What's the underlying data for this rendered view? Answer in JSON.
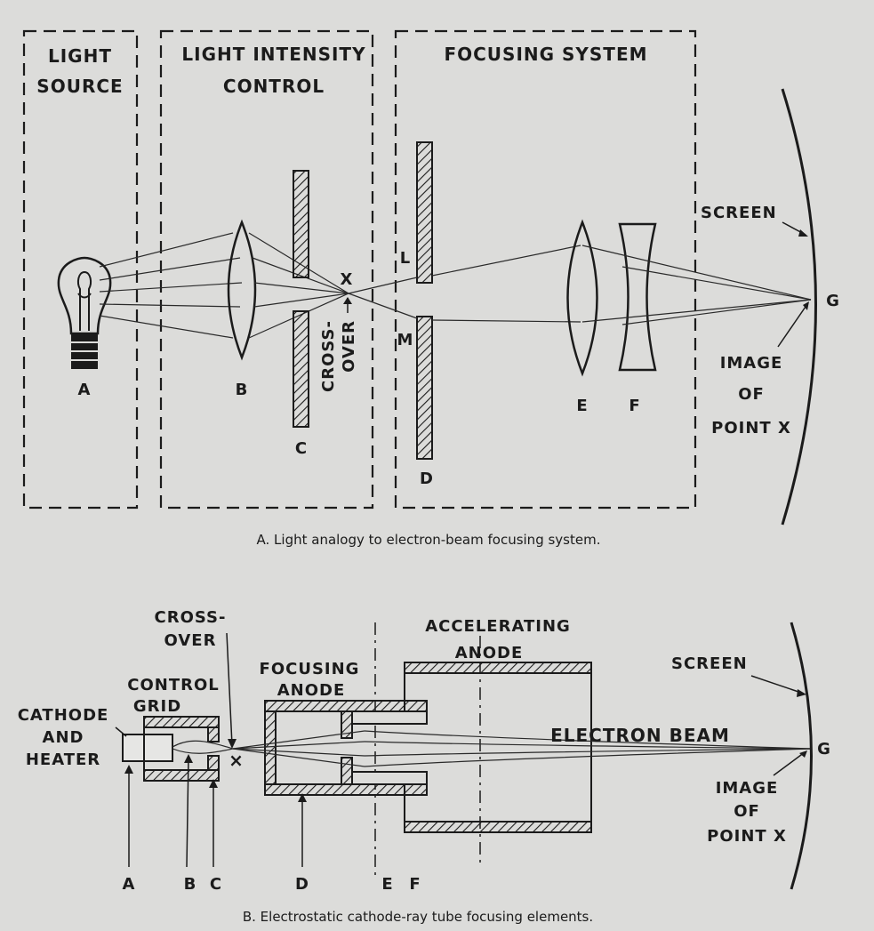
{
  "figure_a": {
    "box_labels": {
      "light_source": [
        "LIGHT",
        "SOURCE"
      ],
      "intensity_control": [
        "LIGHT INTENSITY",
        "CONTROL"
      ],
      "focusing_system": [
        "FOCUSING  SYSTEM"
      ]
    },
    "letters": {
      "a": "A",
      "b": "B",
      "c": "C",
      "d": "D",
      "e": "E",
      "f": "F",
      "g": "G",
      "l": "L",
      "m": "M",
      "x": "X"
    },
    "crossover": [
      "CROSS-",
      "OVER"
    ],
    "screen": "SCREEN",
    "image_of_point": [
      "IMAGE",
      "OF",
      "POINT X"
    ],
    "caption": "A. Light analogy to electron-beam focusing system."
  },
  "figure_b": {
    "crossover": [
      "CROSS-",
      "OVER"
    ],
    "accelerating_anode": [
      "ACCELERATING",
      "ANODE"
    ],
    "focusing_anode": [
      "FOCUSING",
      "ANODE"
    ],
    "control_grid": [
      "CONTROL",
      "GRID"
    ],
    "cathode_heater": [
      "CATHODE",
      "AND",
      "HEATER"
    ],
    "screen": "SCREEN",
    "electron_beam": "ELECTRON  BEAM",
    "x_mark": "×",
    "g": "G",
    "image_of_point": [
      "IMAGE",
      "OF",
      "POINT X"
    ],
    "letters": {
      "a": "A",
      "b": "B",
      "c": "C",
      "d": "D",
      "e": "E",
      "f": "F"
    },
    "caption": "B. Electrostatic cathode-ray tube focusing elements."
  }
}
